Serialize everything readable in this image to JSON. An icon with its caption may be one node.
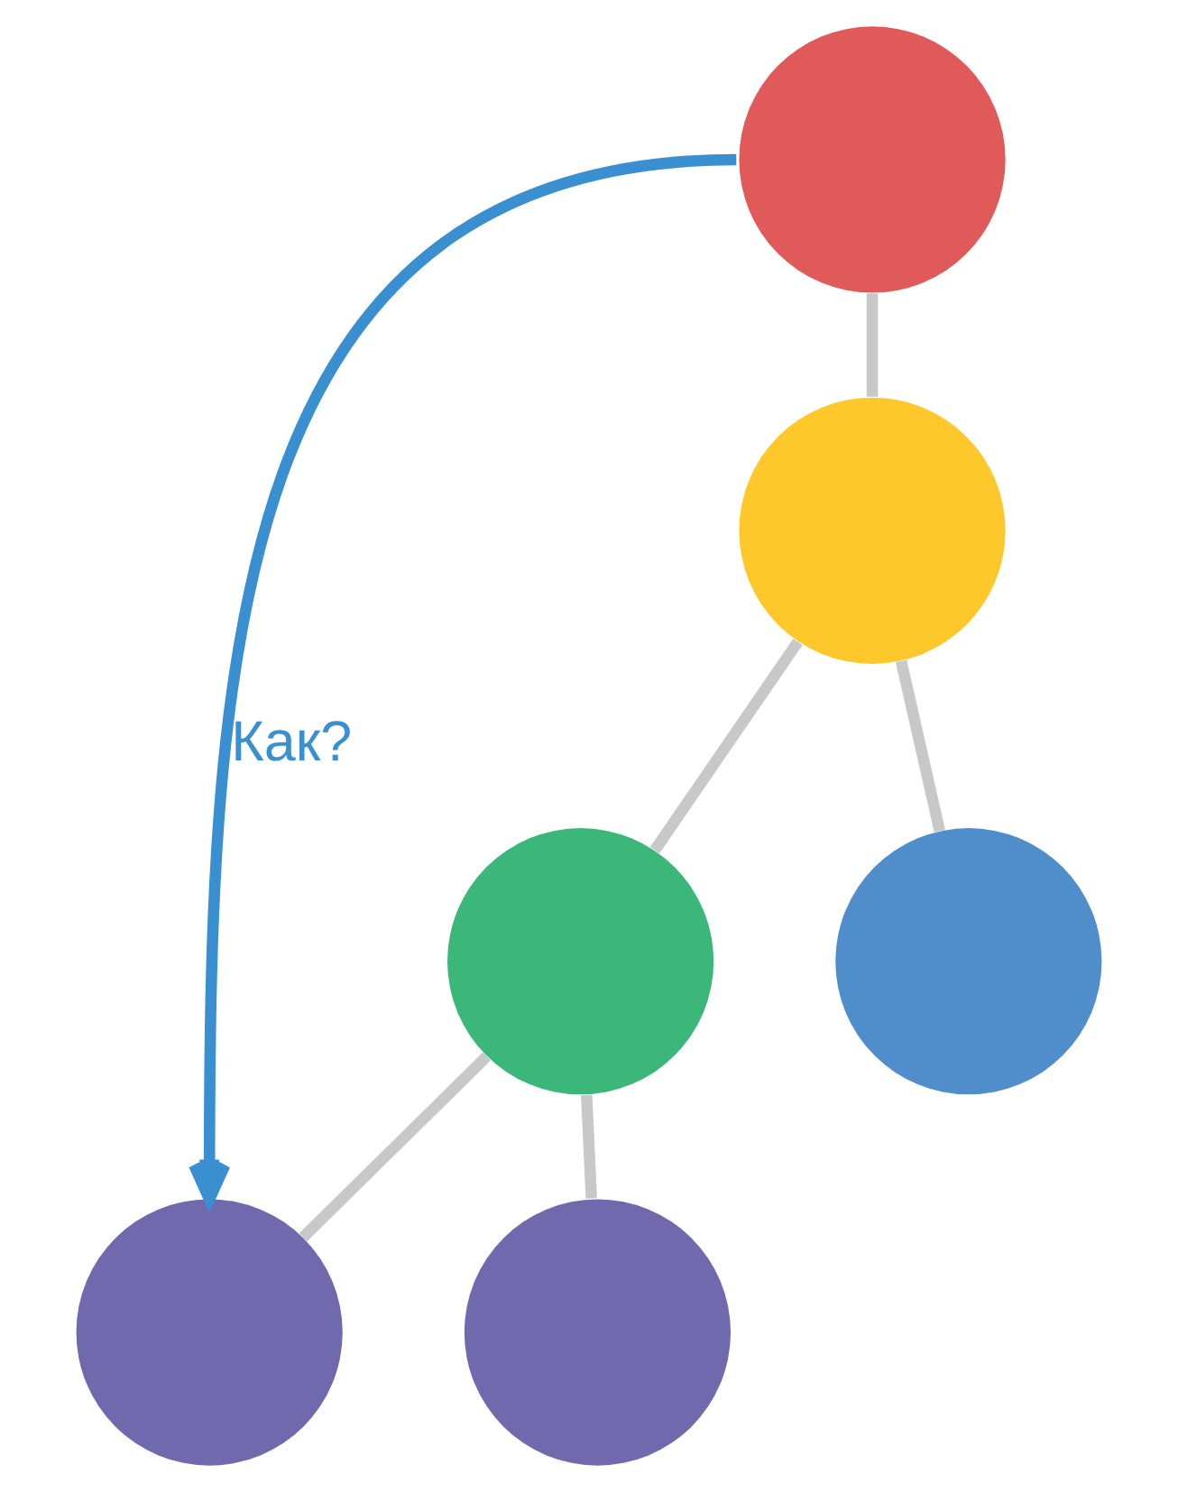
{
  "diagram": {
    "nodes": [
      {
        "text": [],
        "shape": "circle"
      },
      {
        "text": [],
        "shape": "circle"
      },
      {
        "text": [],
        "shape": "circle"
      },
      {
        "text": [],
        "shape": "circle"
      },
      {
        "text": [],
        "shape": "circle"
      },
      {
        "text": [],
        "shape": "circle"
      }
    ],
    "edges": [
      {
        "from": 0,
        "to": 1,
        "arrow": "none"
      },
      {
        "from": 1,
        "to": 2,
        "arrow": "none"
      },
      {
        "from": 1,
        "to": 3,
        "arrow": "none"
      },
      {
        "from": 2,
        "to": 4,
        "arrow": "none"
      },
      {
        "from": 2,
        "to": 5,
        "arrow": "none"
      },
      {
        "from": 0,
        "to": 4,
        "arrow": "to",
        "label": "Как?",
        "color": "#3a8fd0"
      }
    ]
  }
}
